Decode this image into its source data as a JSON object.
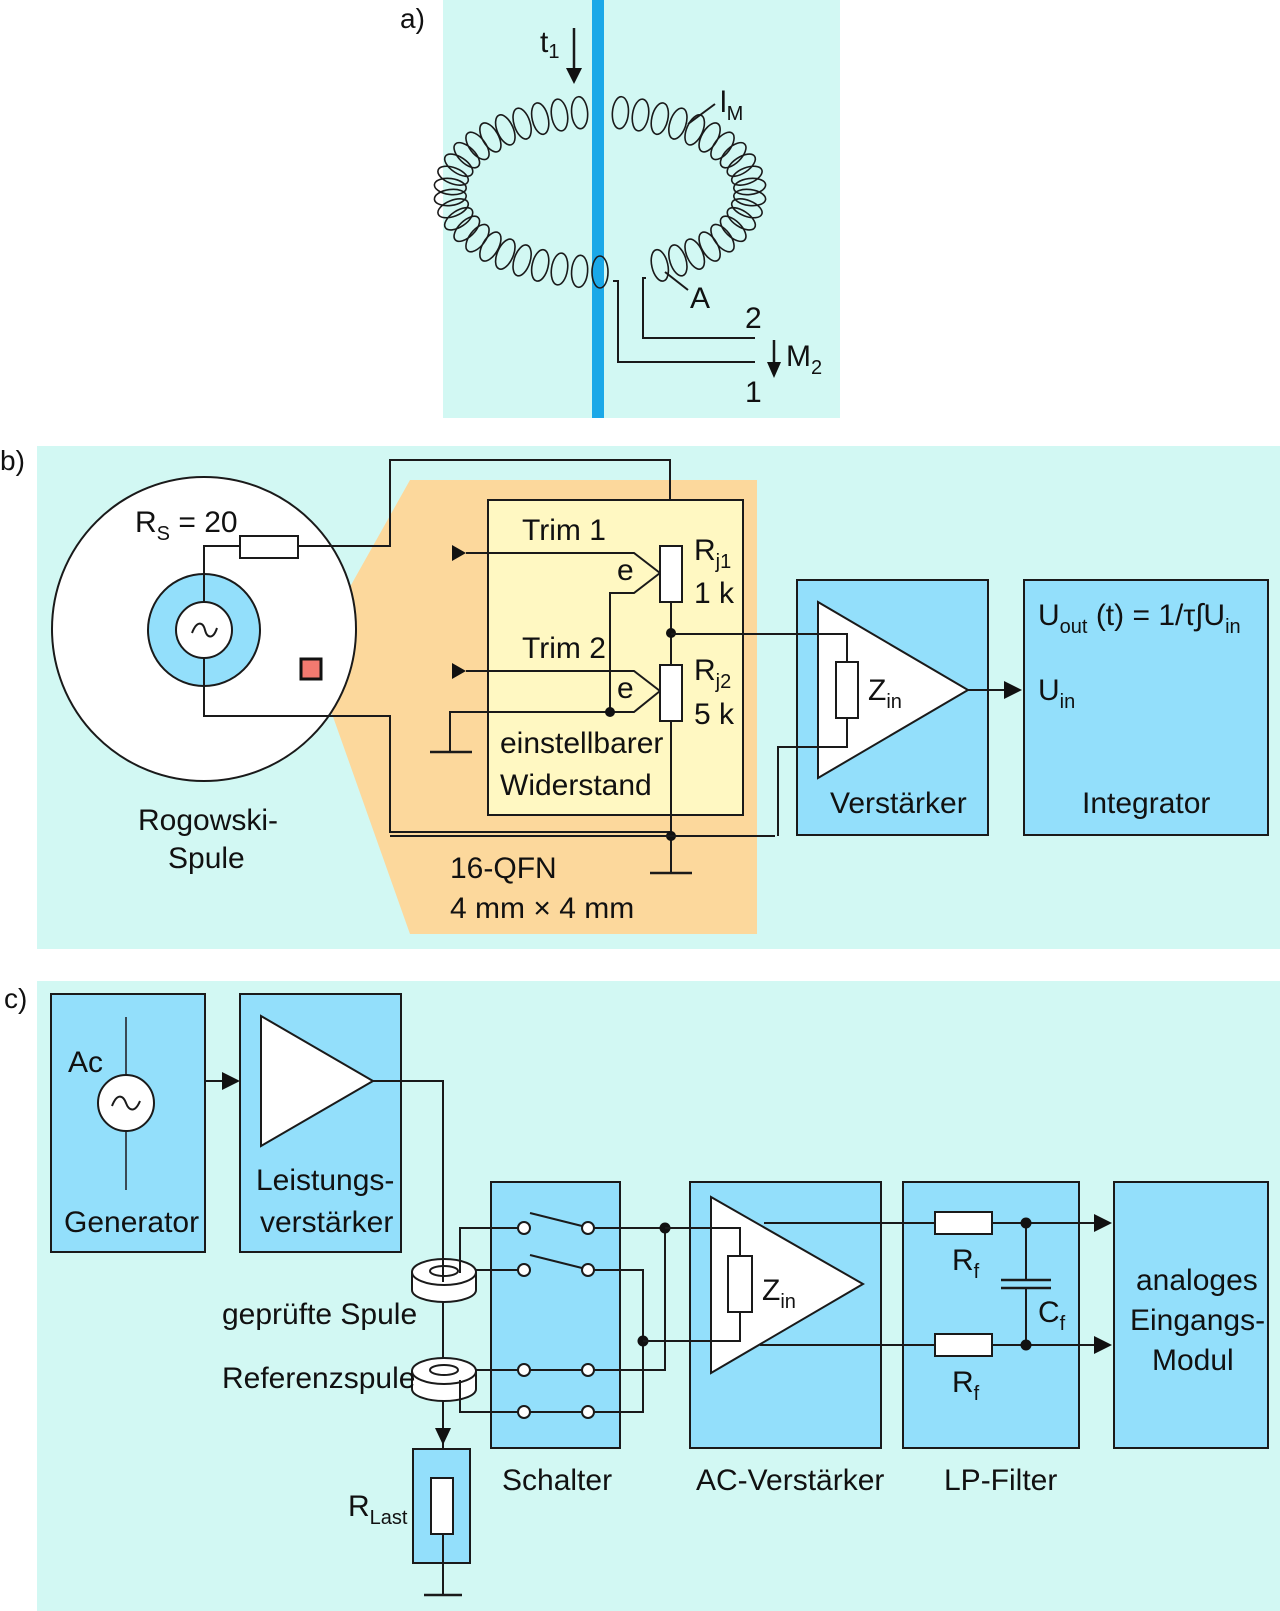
{
  "colors": {
    "panel_bg": "#d2f8f3",
    "block_fill": "#93dffb",
    "conductor": "#1aa8e8",
    "chip_orange": "#fcd89c",
    "chip_inner": "#fff8c2",
    "sensor_red": "#f27a70",
    "white": "#ffffff",
    "line": "#1a1a1a"
  },
  "panel_a": {
    "tag": "a)",
    "current_label": "t",
    "current_sub": "1",
    "coil_label": "l",
    "coil_sub": "M",
    "area_label": "A",
    "terminal_2": "2",
    "terminal_1": "1",
    "voltage_label": "M",
    "voltage_sub": "2"
  },
  "panel_b": {
    "tag": "b)",
    "rs_label": "R",
    "rs_sub": "S",
    "rs_value": " = 20",
    "coil_caption_1": "Rogowski-",
    "coil_caption_2": "Spule",
    "trim1": "Trim 1",
    "trim2": "Trim 2",
    "wiper_e1": "e",
    "wiper_e2": "e",
    "rj1_label": "R",
    "rj1_sub": "j1",
    "rj1_value": "1 k",
    "rj2_label": "R",
    "rj2_sub": "j2",
    "rj2_value": "5 k",
    "adjustable_1": "einstellbarer",
    "adjustable_2": "Widerstand",
    "package_1": "16-QFN",
    "package_2": "4 mm × 4 mm",
    "zin_label": "Z",
    "zin_sub": "in",
    "amplifier": "Verstärker",
    "formula_u": "U",
    "formula_out": "out",
    "formula_rest": " (t) = 1/τ∫U",
    "formula_in": "in",
    "uin_label": "U",
    "uin_sub": "in",
    "integrator": "Integrator"
  },
  "panel_c": {
    "tag": "c)",
    "ac_label": "Ac",
    "generator": "Generator",
    "power_amp_1": "Leistungs-",
    "power_amp_2": "verstärker",
    "tested_coil": "geprüfte Spule",
    "reference_coil": "Referenzspule",
    "rload_label": "R",
    "rload_sub": "Last",
    "switch": "Schalter",
    "zin_label": "Z",
    "zin_sub": "in",
    "ac_amplifier": "AC-Verstärker",
    "rf_top_label": "R",
    "rf_top_sub": "f",
    "rf_bot_label": "R",
    "rf_bot_sub": "f",
    "cf_label": "C",
    "cf_sub": "f",
    "lp_filter": "LP-Filter",
    "module_1": "analoges",
    "module_2": "Eingangs-",
    "module_3": "Modul"
  }
}
